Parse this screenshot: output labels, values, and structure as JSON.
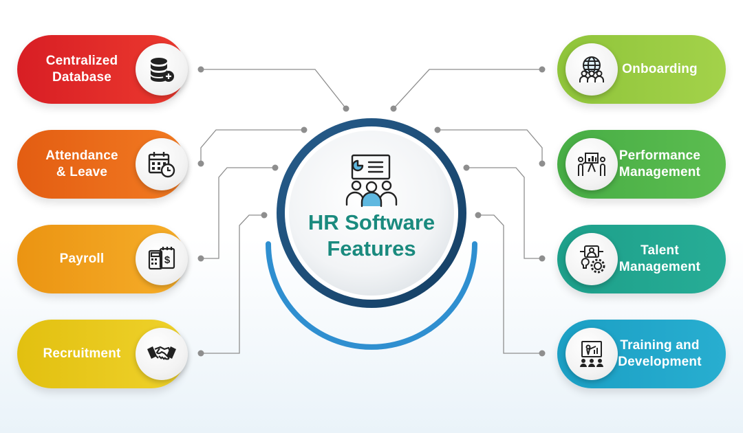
{
  "center": {
    "title_line1": "HR Software",
    "title_line2": "Features",
    "icon": "presentation-team-icon"
  },
  "features_left": [
    {
      "line1": "Centralized",
      "line2": "Database",
      "icon": "database-add-icon",
      "color": "#e0262b"
    },
    {
      "line1": "Attendance",
      "line2": "& Leave",
      "icon": "calendar-clock-icon",
      "color": "#ea6a17"
    },
    {
      "line1": "Payroll",
      "line2": "",
      "icon": "payroll-calculator-icon",
      "color": "#f0a21a"
    },
    {
      "line1": "Recruitment",
      "line2": "",
      "icon": "handshake-icon",
      "color": "#e5c51b"
    }
  ],
  "features_right": [
    {
      "line1": "Onboarding",
      "line2": "",
      "icon": "globe-team-icon",
      "color": "#95c93d"
    },
    {
      "line1": "Performance",
      "line2": "Management",
      "icon": "presentation-review-icon",
      "color": "#4db24a"
    },
    {
      "line1": "Talent",
      "line2": "Management",
      "icon": "talent-gear-icon",
      "color": "#1fa48e"
    },
    {
      "line1": "Training and",
      "line2": "Development",
      "icon": "training-board-icon",
      "color": "#1ea3c6"
    }
  ],
  "colors": {
    "center_ring_outer": "#1c4f7c",
    "center_arc": "#2f8fd0",
    "center_text": "#1a8a7e",
    "connector": "#8a8a8a"
  }
}
